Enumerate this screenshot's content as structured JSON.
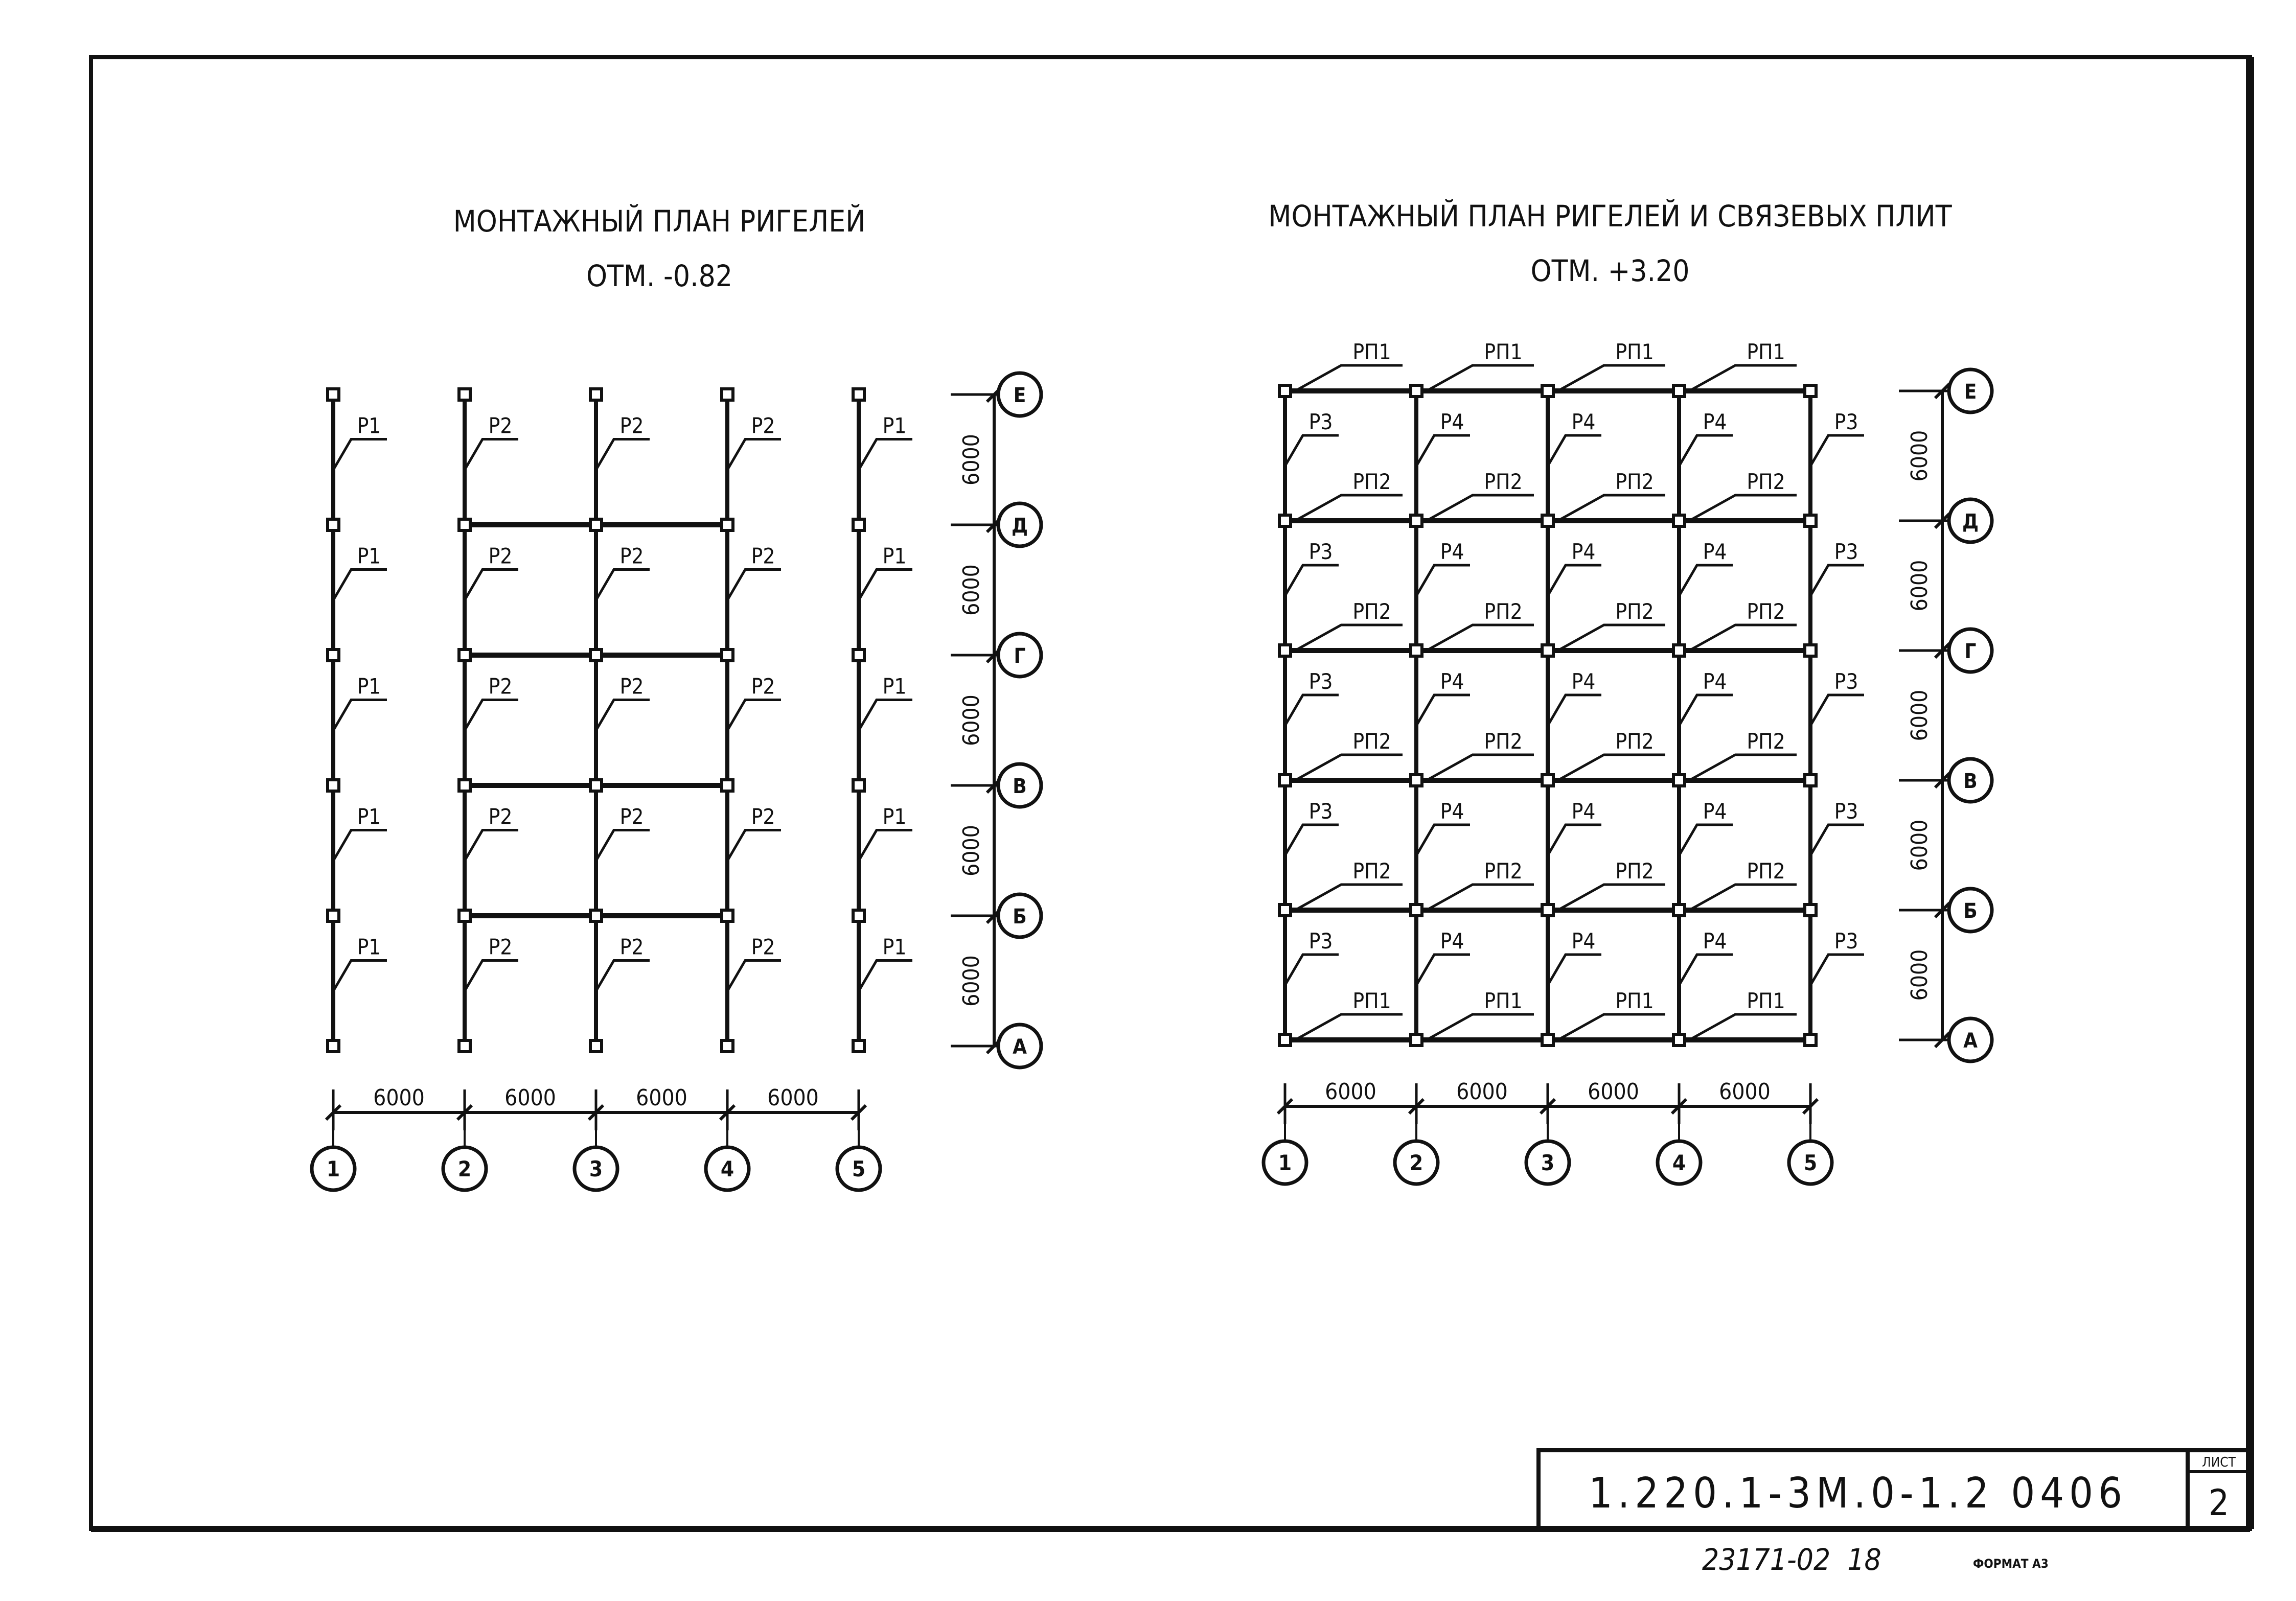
{
  "left_plan": {
    "title": "МОНТАЖНЫЙ ПЛАН РИГЕЛЕЙ",
    "elevation": "ОТМ. -0.82",
    "axes_x": [
      "1",
      "2",
      "3",
      "4",
      "5"
    ],
    "axes_y": [
      "А",
      "Б",
      "В",
      "Г",
      "Д",
      "Е"
    ],
    "span_x": [
      "6000",
      "6000",
      "6000",
      "6000"
    ],
    "span_y": [
      "6000",
      "6000",
      "6000",
      "6000",
      "6000"
    ],
    "beam_labels_by_column": [
      "Р1",
      "Р2",
      "Р2",
      "Р2",
      "Р1"
    ]
  },
  "right_plan": {
    "title": "МОНТАЖНЫЙ ПЛАН РИГЕЛЕЙ И СВЯЗЕВЫХ ПЛИТ",
    "elevation": "ОТМ. +3.20",
    "axes_x": [
      "1",
      "2",
      "3",
      "4",
      "5"
    ],
    "axes_y": [
      "А",
      "Б",
      "В",
      "Г",
      "Д",
      "Е"
    ],
    "span_x": [
      "6000",
      "6000",
      "6000",
      "6000"
    ],
    "span_y": [
      "6000",
      "6000",
      "6000",
      "6000",
      "6000"
    ],
    "beam_labels_by_column": [
      "Р3",
      "Р4",
      "Р4",
      "Р4",
      "Р3"
    ],
    "slab_label_edge": "РП1",
    "slab_label_inner": "РП2"
  },
  "title_block": {
    "code": "1.220.1-3М.0-1.2 0406",
    "sheet_label": "ЛИСТ",
    "sheet_number": "2"
  },
  "footer": {
    "inventory": "23171-02  18",
    "format": "ФОРМАТ А3"
  }
}
